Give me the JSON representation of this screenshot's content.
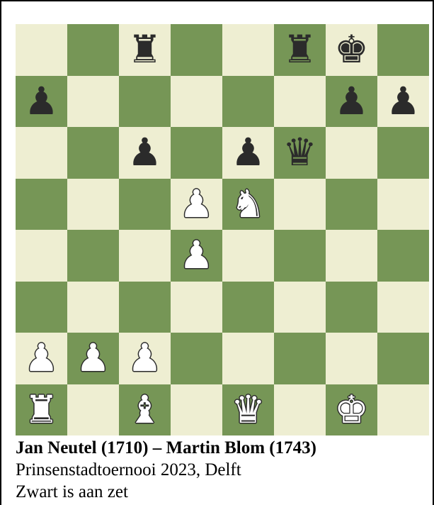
{
  "colors": {
    "light": "#eeeed2",
    "dark": "#769656"
  },
  "board": {
    "ranks": [
      [
        "",
        "",
        "bR",
        "",
        "",
        "bR",
        "bK",
        ""
      ],
      [
        "bP",
        "",
        "",
        "",
        "",
        "",
        "bP",
        "bP"
      ],
      [
        "",
        "",
        "bP",
        "",
        "bP",
        "bQ",
        "",
        ""
      ],
      [
        "",
        "",
        "",
        "wP",
        "wN",
        "",
        "",
        ""
      ],
      [
        "",
        "",
        "",
        "wP",
        "",
        "",
        "",
        ""
      ],
      [
        "",
        "",
        "",
        "",
        "",
        "",
        "",
        ""
      ],
      [
        "wP",
        "wP",
        "wP",
        "",
        "",
        "",
        "",
        ""
      ],
      [
        "wR",
        "",
        "wB",
        "",
        "wQ",
        "",
        "wK",
        ""
      ]
    ]
  },
  "caption": {
    "players": "Jan Neutel (1710) – Martin Blom (1743)",
    "event": "Prinsenstadtoernooi 2023, Delft",
    "to_move": "Zwart is aan zet"
  }
}
